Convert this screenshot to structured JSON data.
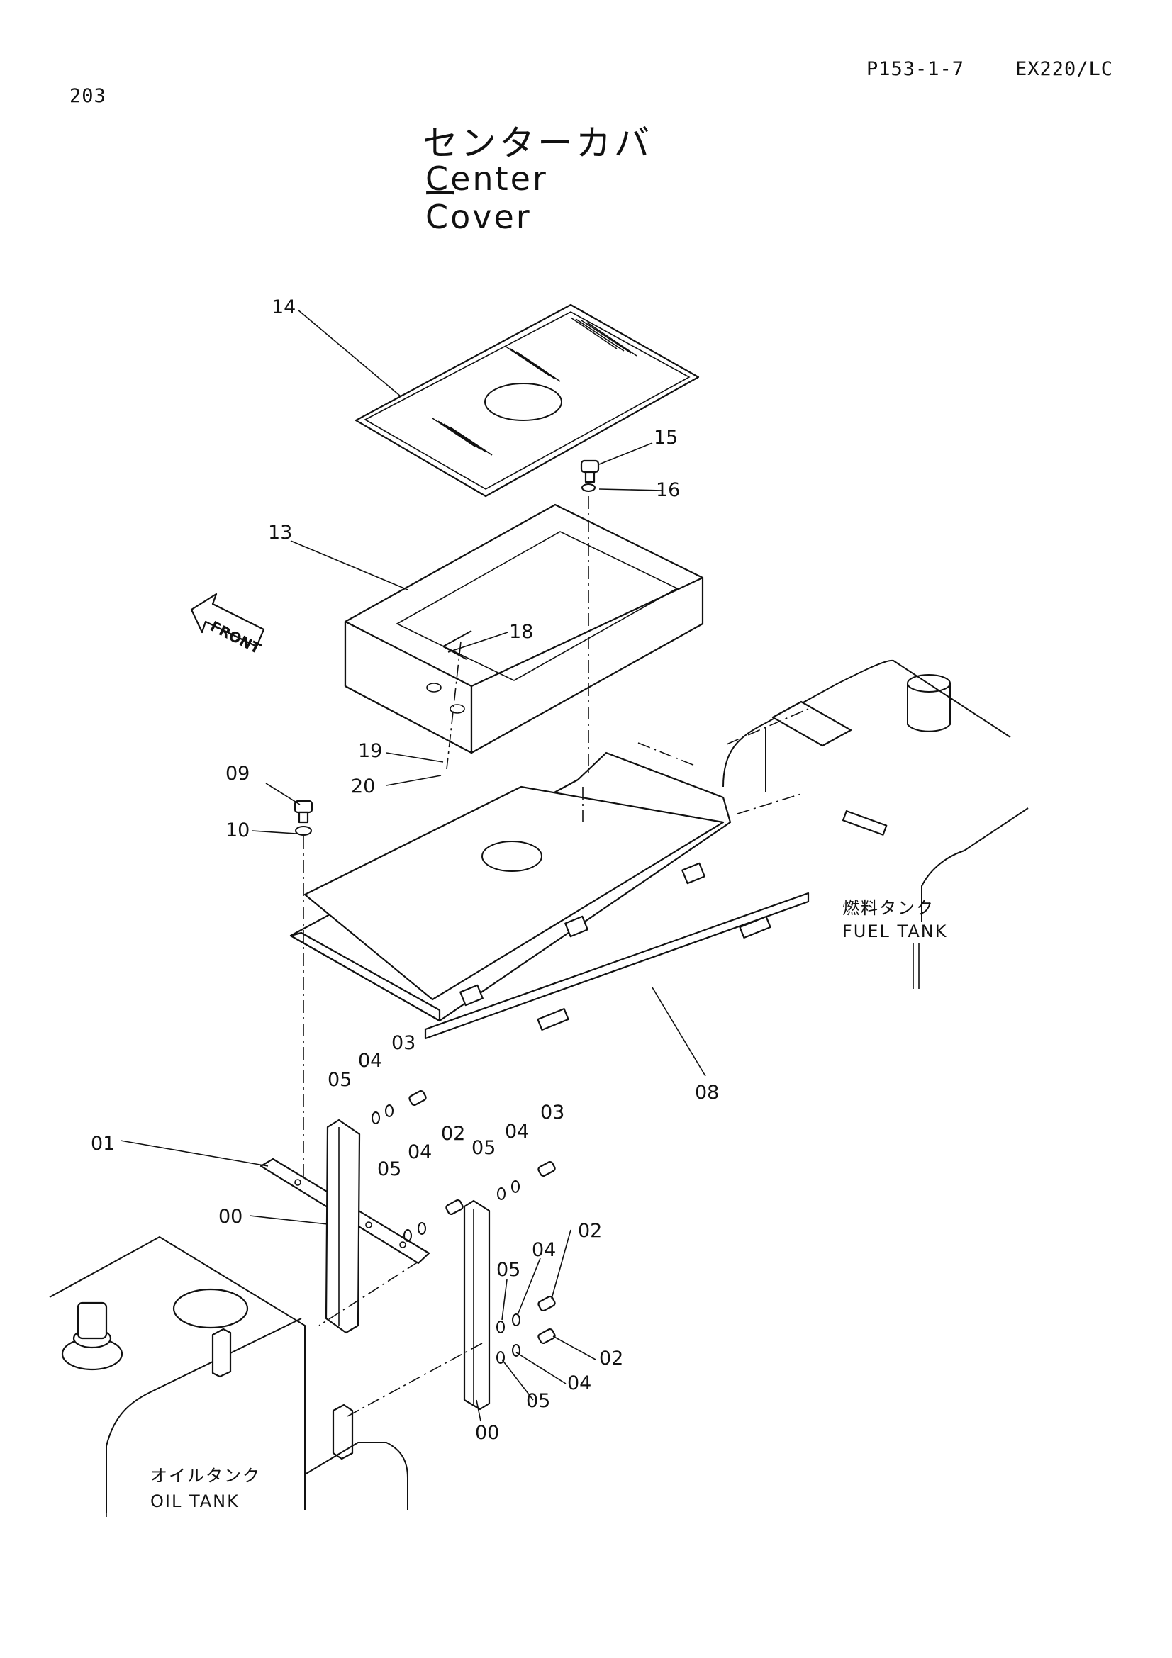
{
  "header": {
    "page_number": "203",
    "ref_code": "P153-1-7",
    "model": "EX220/LC"
  },
  "title": {
    "japanese": "センターカバー",
    "english": "Center Cover"
  },
  "front_label": "FRONT",
  "tanks": {
    "fuel_ja": "燃料タンク",
    "fuel_en": "FUEL TANK",
    "oil_ja": "オイルタンク",
    "oil_en": "OIL TANK"
  },
  "callouts": [
    {
      "id": "c14",
      "label": "14"
    },
    {
      "id": "c15",
      "label": "15"
    },
    {
      "id": "c16",
      "label": "16"
    },
    {
      "id": "c13",
      "label": "13"
    },
    {
      "id": "c18",
      "label": "18"
    },
    {
      "id": "c19",
      "label": "19"
    },
    {
      "id": "c20",
      "label": "20"
    },
    {
      "id": "c09",
      "label": "09"
    },
    {
      "id": "c10",
      "label": "10"
    },
    {
      "id": "c08",
      "label": "08"
    },
    {
      "id": "c05a",
      "label": "05"
    },
    {
      "id": "c04a",
      "label": "04"
    },
    {
      "id": "c03a",
      "label": "03"
    },
    {
      "id": "c01",
      "label": "01"
    },
    {
      "id": "c05b",
      "label": "05"
    },
    {
      "id": "c04b",
      "label": "04"
    },
    {
      "id": "c02a",
      "label": "02"
    },
    {
      "id": "c05c",
      "label": "05"
    },
    {
      "id": "c04c",
      "label": "04"
    },
    {
      "id": "c03b",
      "label": "03"
    },
    {
      "id": "c00a",
      "label": "00"
    },
    {
      "id": "c02b",
      "label": "02"
    },
    {
      "id": "c04d",
      "label": "04"
    },
    {
      "id": "c05d",
      "label": "05"
    },
    {
      "id": "c02c",
      "label": "02"
    },
    {
      "id": "c04e",
      "label": "04"
    },
    {
      "id": "c05e",
      "label": "05"
    },
    {
      "id": "c00b",
      "label": "00"
    }
  ]
}
